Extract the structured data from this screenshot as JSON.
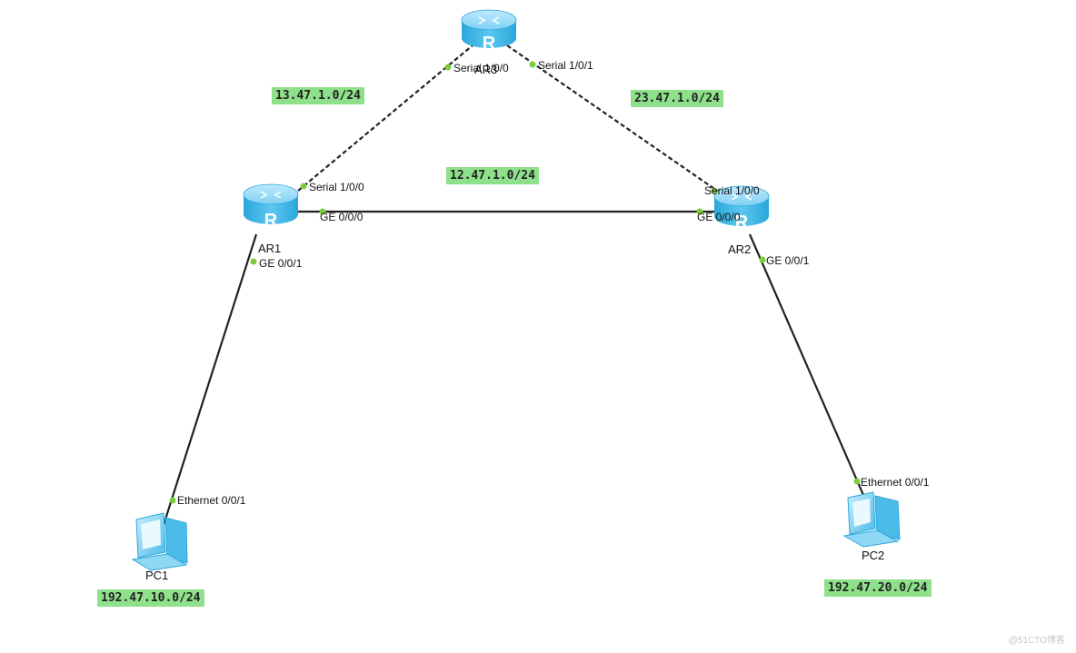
{
  "devices": {
    "ar1": {
      "name": "AR1"
    },
    "ar2": {
      "name": "AR2"
    },
    "ar3": {
      "name": "AR3"
    },
    "pc1": {
      "name": "PC1"
    },
    "pc2": {
      "name": "PC2"
    }
  },
  "ports": {
    "ar1_serial": "Serial 1/0/0",
    "ar1_ge000": "GE 0/0/0",
    "ar1_ge001": "GE 0/0/1",
    "ar2_serial": "Serial 1/0/0",
    "ar2_ge000": "GE 0/0/0",
    "ar2_ge001": "GE 0/0/1",
    "ar3_serial100": "Serial 1/0/0",
    "ar3_serial101": "Serial 1/0/1",
    "pc1_eth": "Ethernet 0/0/1",
    "pc2_eth": "Ethernet 0/0/1"
  },
  "networks": {
    "ar1_ar3": "13.47.1.0/24",
    "ar2_ar3": "23.47.1.0/24",
    "ar1_ar2": "12.47.1.0/24",
    "pc1_lan": "192.47.10.0/24",
    "pc2_lan": "192.47.20.0/24"
  },
  "colors": {
    "router_body": "#38b6e6",
    "pc_body": "#5cc8f0",
    "network_label_bg": "#8fe08a",
    "port_dot": "#7ccd3c",
    "link": "#222222"
  },
  "watermark": "@51CTO博客"
}
